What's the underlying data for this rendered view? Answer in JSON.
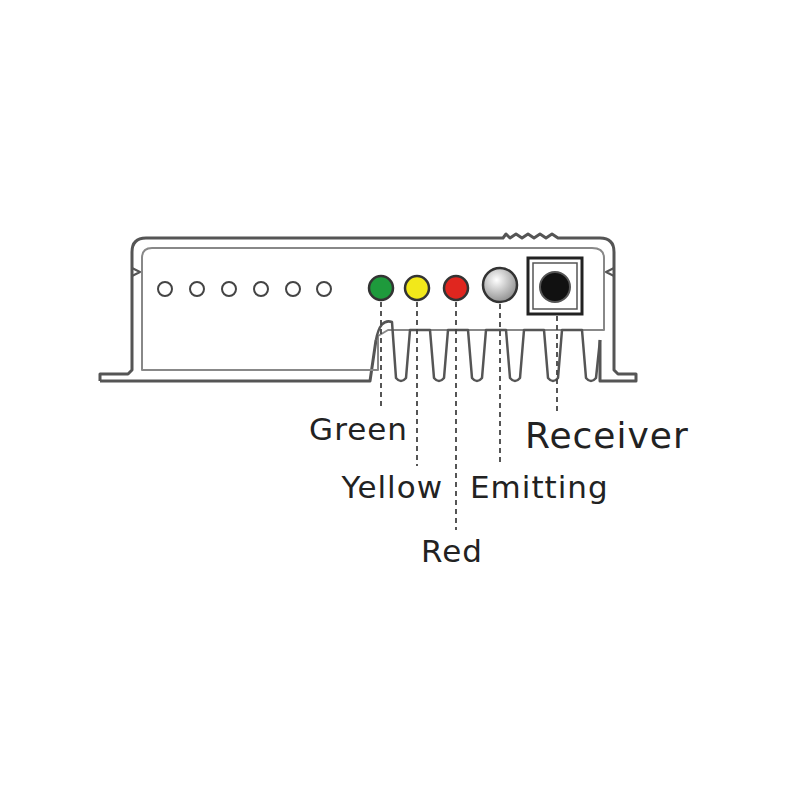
{
  "diagram": {
    "labels": [
      "Green",
      "Yellow",
      "Red",
      "Emitting",
      "Receiver"
    ]
  }
}
